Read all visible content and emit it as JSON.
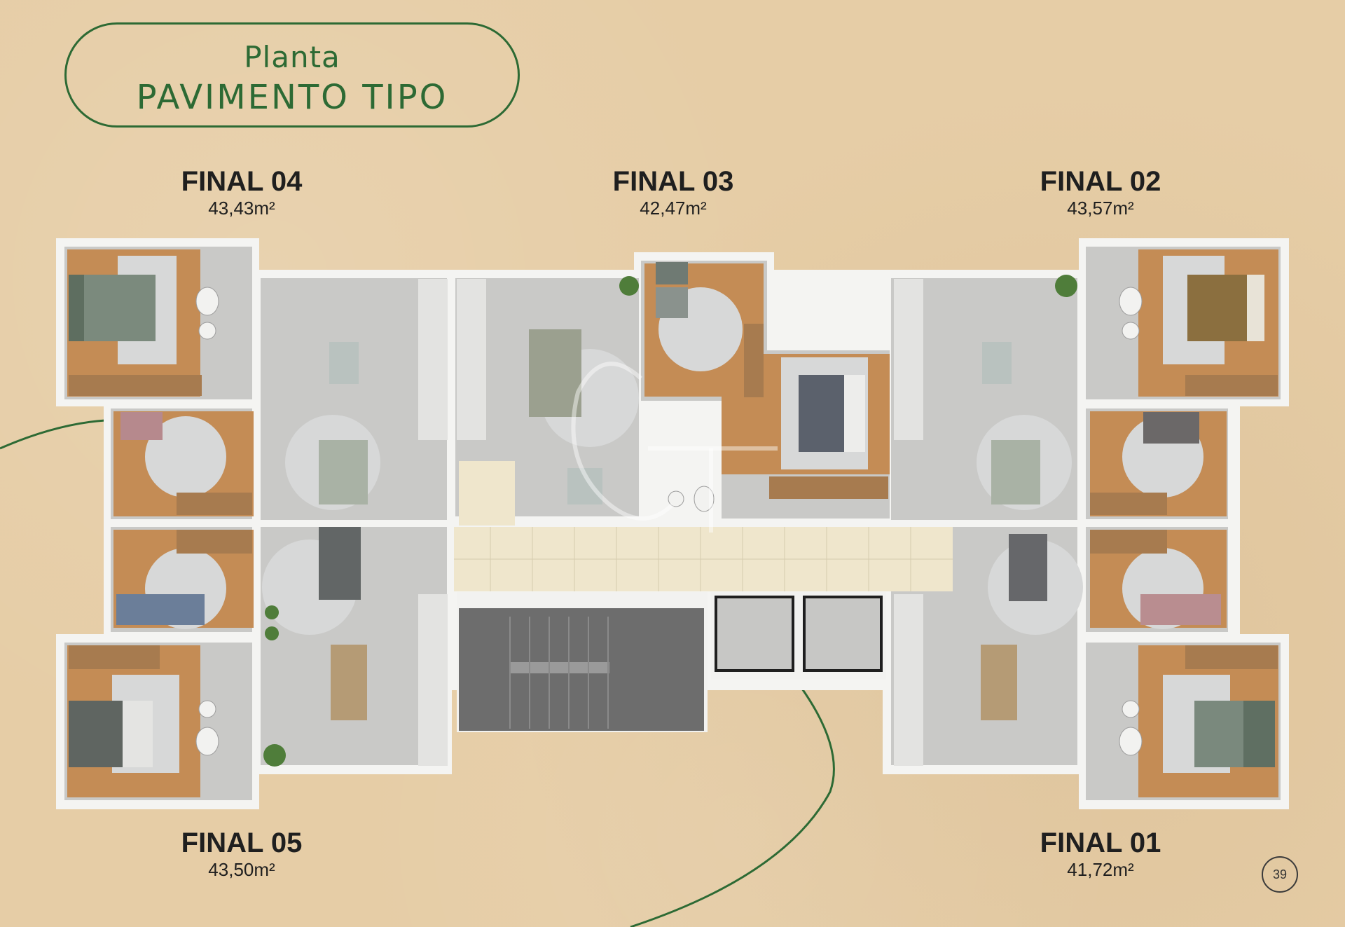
{
  "title": {
    "line1": "Planta",
    "line2": "PAVIMENTO TIPO"
  },
  "units": [
    {
      "name": "FINAL 04",
      "area": "43,43m²"
    },
    {
      "name": "FINAL 03",
      "area": "42,47m²"
    },
    {
      "name": "FINAL 02",
      "area": "43,57m²"
    },
    {
      "name": "FINAL 05",
      "area": "43,50m²"
    },
    {
      "name": "FINAL 01",
      "area": "41,72m²"
    }
  ],
  "page_number": "39",
  "colors": {
    "background": "#e6cda6",
    "accent_green": "#2d6a34",
    "floor_gray": "#c9c9c7",
    "wood": "#c48c55",
    "stair_gray": "#6d6d6d"
  }
}
